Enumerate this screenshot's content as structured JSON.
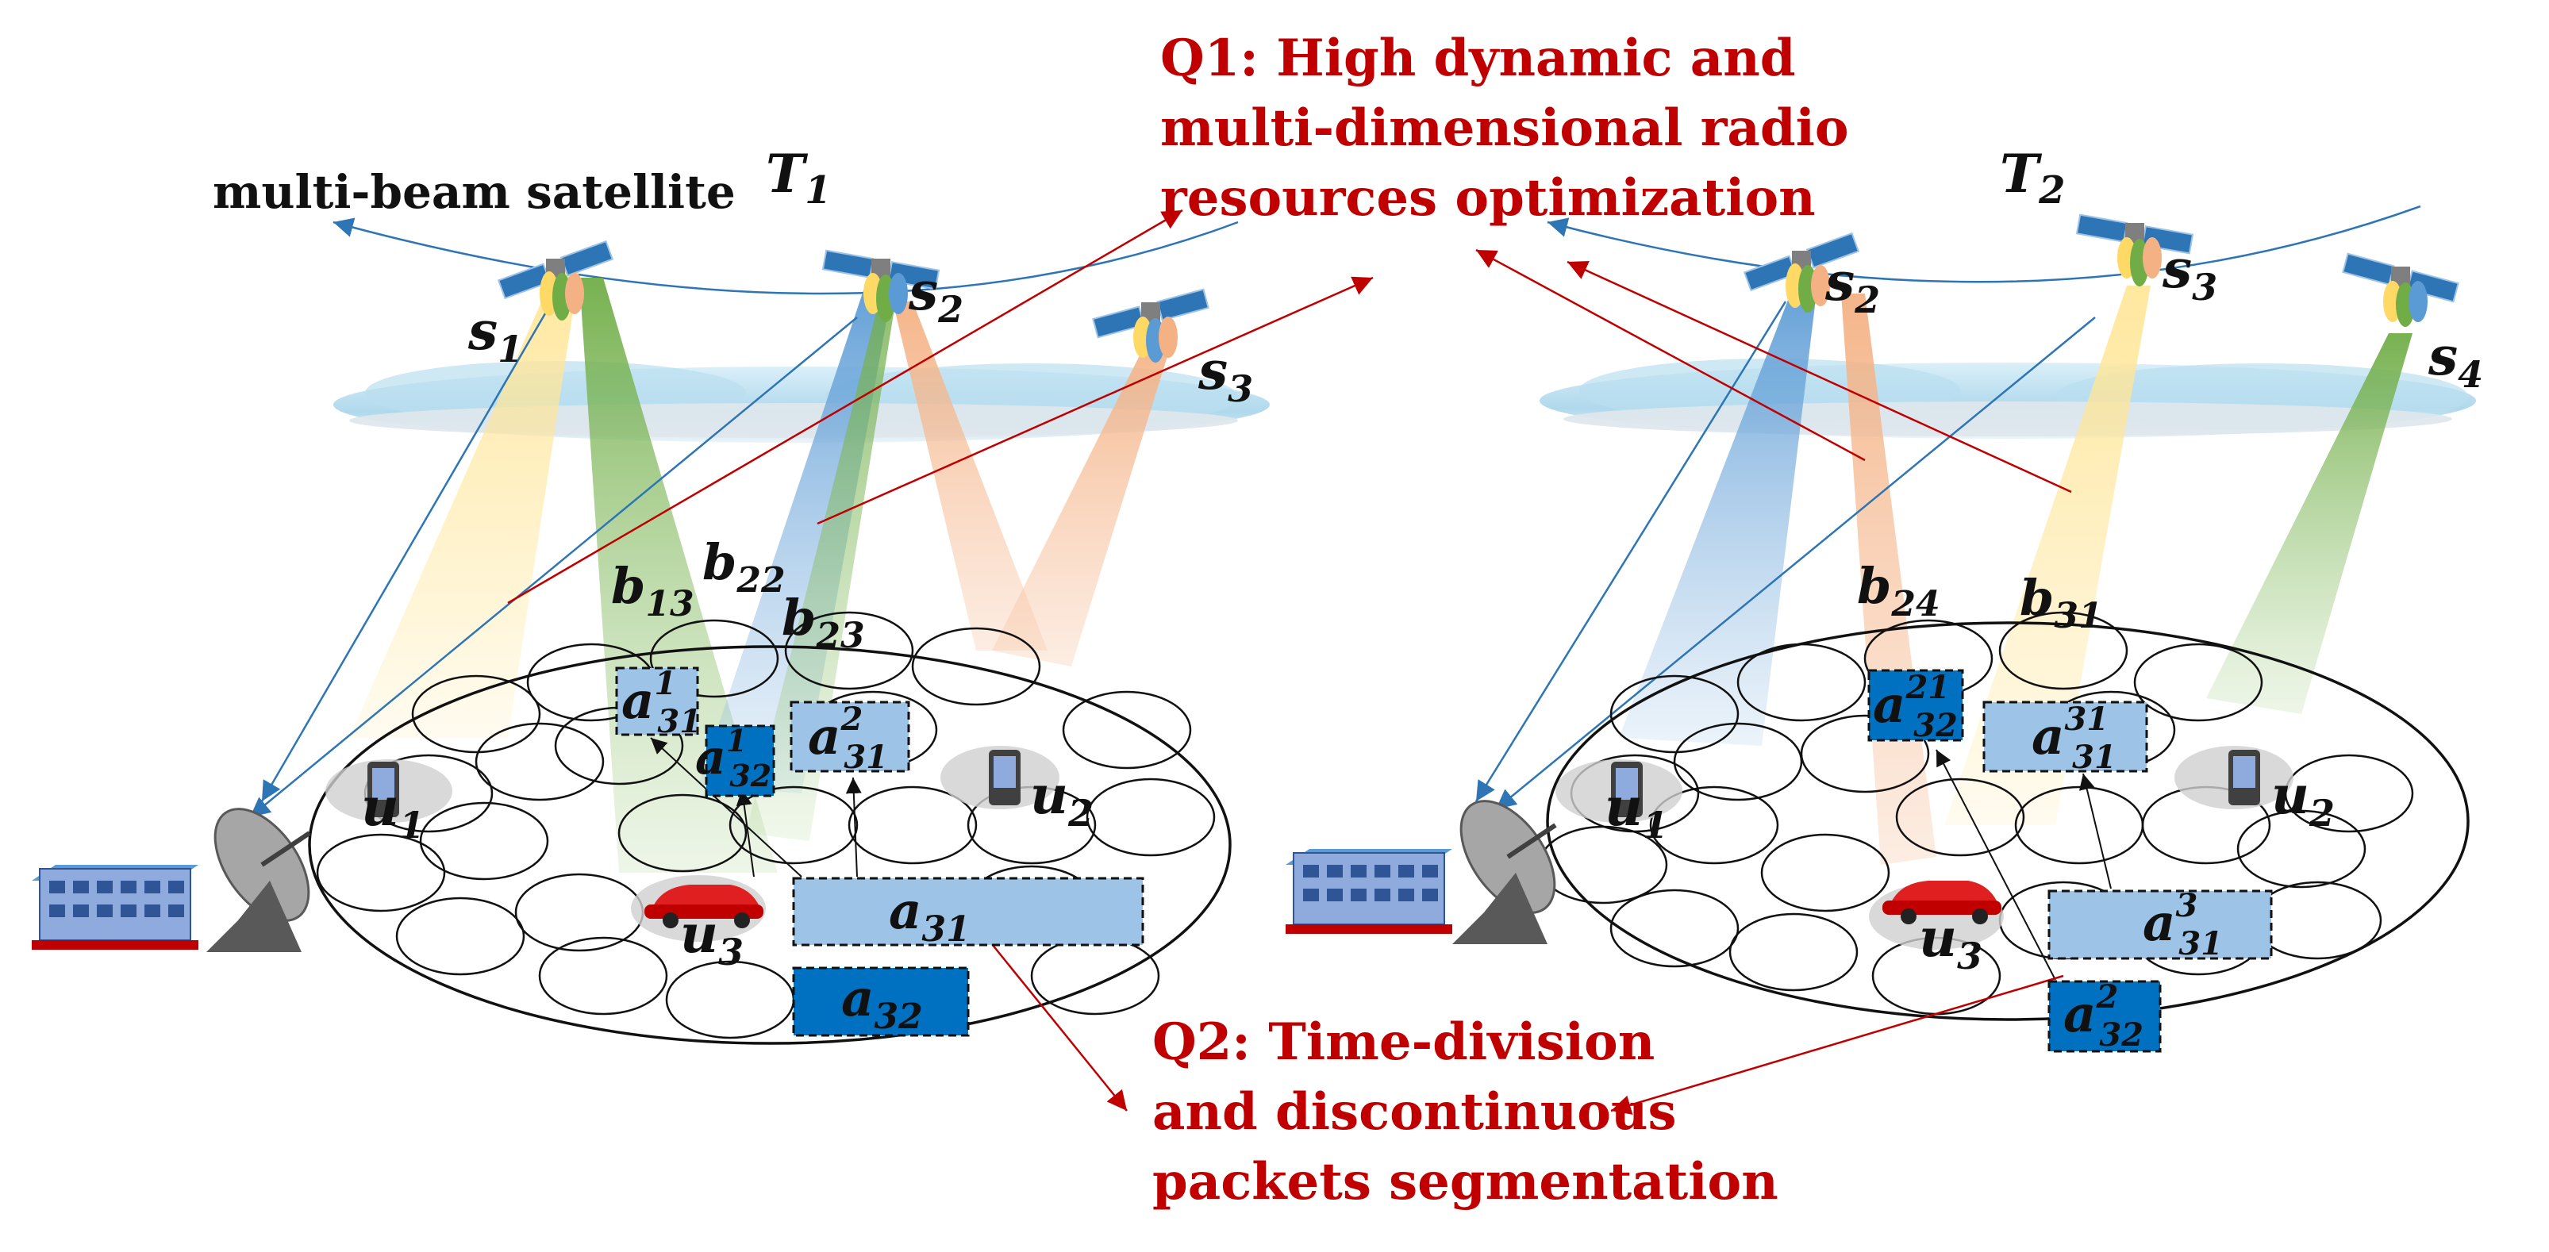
{
  "title_label": "multi-beam satellite",
  "times": {
    "left": "T",
    "left_sub": "1",
    "right": "T",
    "right_sub": "2"
  },
  "q1": {
    "line1": "Q1: High dynamic and",
    "line2": "multi-dimensional radio",
    "line3": "resources optimization"
  },
  "q2": {
    "line1": "Q2: Time-division",
    "line2": "and discontinuous",
    "line3": "packets segmentation"
  },
  "left_panel": {
    "satellites": [
      {
        "name": "s",
        "sub": "1"
      },
      {
        "name": "s",
        "sub": "2"
      },
      {
        "name": "s",
        "sub": "3"
      }
    ],
    "beams": [
      {
        "name": "b",
        "sub": "13"
      },
      {
        "name": "b",
        "sub": "22"
      },
      {
        "name": "b",
        "sub": "23"
      }
    ],
    "users": [
      {
        "name": "u",
        "sub": "1"
      },
      {
        "name": "u",
        "sub": "2"
      },
      {
        "name": "u",
        "sub": "3"
      }
    ],
    "packets": [
      {
        "name": "a",
        "sub": "31",
        "sup": "1"
      },
      {
        "name": "a",
        "sub": "32",
        "sup": "1"
      },
      {
        "name": "a",
        "sub": "31",
        "sup": "2"
      },
      {
        "name": "a",
        "sub": "31",
        "sup": ""
      },
      {
        "name": "a",
        "sub": "32",
        "sup": ""
      }
    ]
  },
  "right_panel": {
    "satellites": [
      {
        "name": "s",
        "sub": "2"
      },
      {
        "name": "s",
        "sub": "3"
      },
      {
        "name": "s",
        "sub": "4"
      }
    ],
    "beams": [
      {
        "name": "b",
        "sub": "24"
      },
      {
        "name": "b",
        "sub": "31"
      }
    ],
    "users": [
      {
        "name": "u",
        "sub": "1"
      },
      {
        "name": "u",
        "sub": "2"
      },
      {
        "name": "u",
        "sub": "3"
      }
    ],
    "packets": [
      {
        "name": "a",
        "sub": "32",
        "sup": "21"
      },
      {
        "name": "a",
        "sub": "31",
        "sup": "31"
      },
      {
        "name": "a",
        "sub": "31",
        "sup": "3"
      },
      {
        "name": "a",
        "sub": "32",
        "sup": "2"
      }
    ]
  },
  "colors": {
    "accent_red": "#c00000",
    "packet_light": "#9dc3e6",
    "packet_dark": "#0070c0",
    "beam_yellow": "#ffe699",
    "beam_green": "#a9d18e",
    "beam_blue": "#9dc3e6",
    "beam_orange": "#f4b183"
  }
}
